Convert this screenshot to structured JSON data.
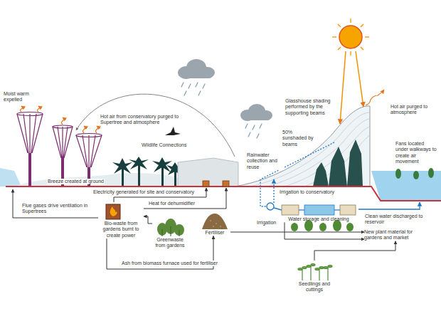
{
  "diagram": {
    "nodes": [
      {
        "text": [
          "Bio-waste from gardens burnt to create power"
        ]
      },
      {
        "text": [
          "Greenwaste from gardens"
        ]
      },
      {
        "text": [
          "Fertiliser"
        ]
      },
      {
        "text": [
          "Water storage and cleaning"
        ]
      },
      {
        "text": [
          "New plant material for gardens and market"
        ]
      },
      {
        "text": [
          "Seedlings and cuttings"
        ]
      }
    ],
    "edges": [
      {
        "from": 1,
        "to": 0,
        "arrow": "to"
      },
      {
        "from": 0,
        "to": 2,
        "label": "Ash from biomass furnace used for fertiliser",
        "arrow": "to"
      },
      {
        "from": 2,
        "to": 4,
        "arrow": "to"
      },
      {
        "from": 3,
        "to": 4,
        "label": "Irrigation",
        "arrow": "to"
      },
      {
        "from": 5,
        "to": 4,
        "arrow": "to"
      }
    ],
    "labels": [
      "Moist warm expelled",
      "Hot air from conservatory purged to Supertree and atmosphere",
      "Wildlife Connections",
      "Breeze created at ground",
      "Glasshouse shading performed by the supporting beams",
      "Hot air purged to atmosphere",
      "50% sunshaded by beams",
      "Rainwater collection and reuse",
      "Fans located under walkways to create air movement",
      "Irrigation to conservatory",
      "Electricity generated for site and conservatory",
      "Flue gases drive ventilation in Supertrees",
      "Heat for dehumidifier",
      "Clean water discharged to reservoir"
    ]
  }
}
